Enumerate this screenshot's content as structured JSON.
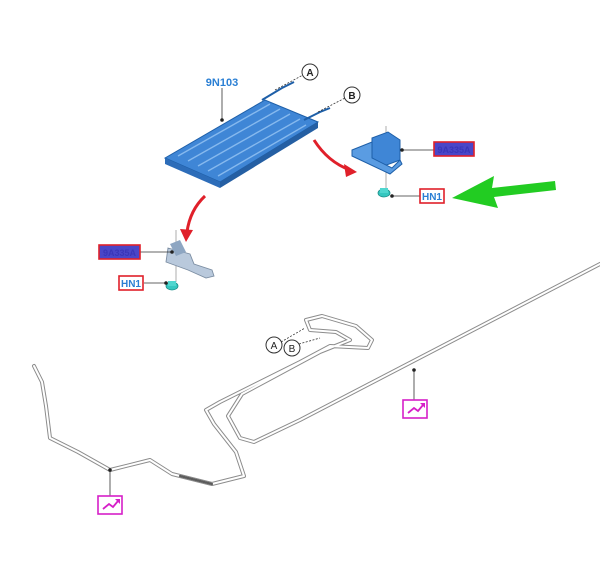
{
  "diagram": {
    "part_number_main": "9N103",
    "callout_a": "A",
    "callout_b": "B",
    "bracket_label_right": "9A335A",
    "bracket_label_left": "9A335A",
    "fastener_label_right": "HN1",
    "fastener_label_left": "HN1",
    "callout_a_lower": "A",
    "callout_b_lower": "B"
  },
  "colors": {
    "part_blue": "#3f86d6",
    "label_blue": "#2a7fd4",
    "red_box": "#e0202a",
    "label_fill": "#4a46c8",
    "green_arrow": "#22cc22",
    "magenta": "#d61fc8",
    "teal": "#35c7c0",
    "tube": "#b8b8b8"
  }
}
